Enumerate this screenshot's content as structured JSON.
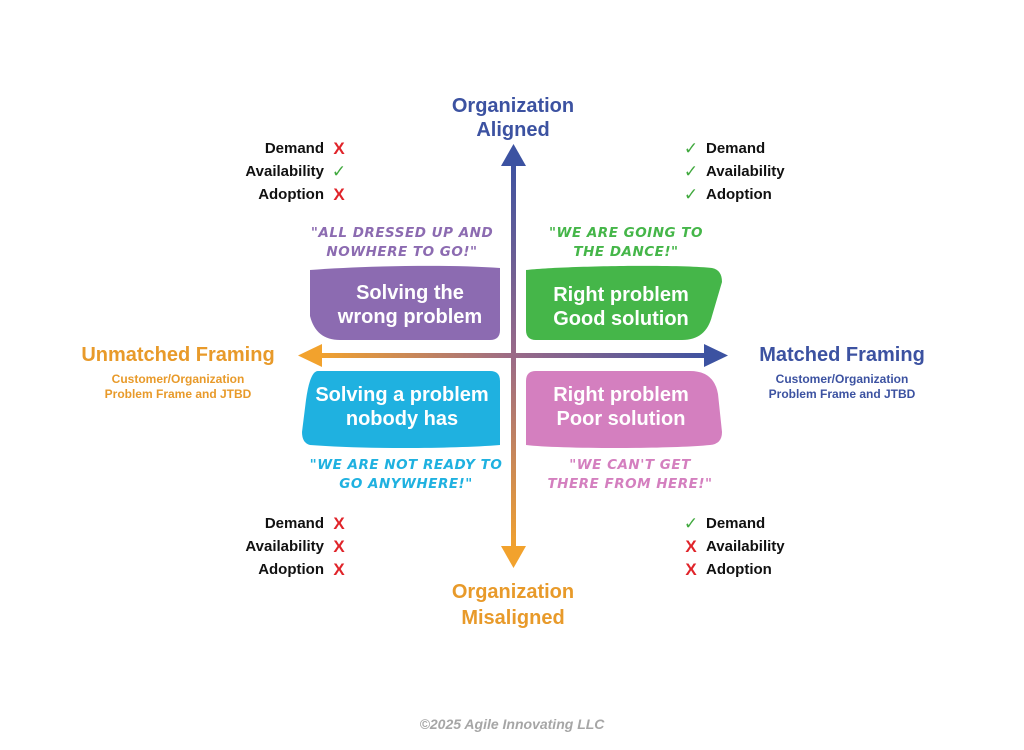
{
  "axes": {
    "top": {
      "line1": "Organization",
      "line2": "Aligned",
      "color": "#3c52a1"
    },
    "bottom": {
      "line1": "Organization",
      "line2": "Misaligned",
      "color": "#e89a2a"
    },
    "left": {
      "title": "Unmatched Framing",
      "sub1": "Customer/Organization",
      "sub2": "Problem Frame and JTBD",
      "color": "#e89a2a"
    },
    "right": {
      "title": "Matched Framing",
      "sub1": "Customer/Organization",
      "sub2": "Problem Frame and JTBD",
      "color": "#3c52a1"
    }
  },
  "quadrants": {
    "top_left": {
      "line1": "Solving the",
      "line2": "wrong problem",
      "color": "#8c6bb1",
      "quote1": "\"All dressed up and",
      "quote2": "nowhere to go!\"",
      "quote_color": "#8c6bb1",
      "checks": [
        {
          "label": "Demand",
          "mark": "X",
          "ok": false
        },
        {
          "label": "Availability",
          "mark": "✓",
          "ok": true
        },
        {
          "label": "Adoption",
          "mark": "X",
          "ok": false
        }
      ]
    },
    "top_right": {
      "line1": "Right problem",
      "line2": "Good solution",
      "color": "#45b649",
      "quote1": "\"We are going to",
      "quote2": "the dance!\"",
      "quote_color": "#45b649",
      "checks": [
        {
          "label": "Demand",
          "mark": "✓",
          "ok": true
        },
        {
          "label": "Availability",
          "mark": "✓",
          "ok": true
        },
        {
          "label": "Adoption",
          "mark": "✓",
          "ok": true
        }
      ]
    },
    "bottom_left": {
      "line1": "Solving a problem",
      "line2": "nobody has",
      "color": "#1fb1e0",
      "quote1": "\"We are not ready to",
      "quote2": "go anywhere!\"",
      "quote_color": "#1fb1e0",
      "checks": [
        {
          "label": "Demand",
          "mark": "X",
          "ok": false
        },
        {
          "label": "Availability",
          "mark": "X",
          "ok": false
        },
        {
          "label": "Adoption",
          "mark": "X",
          "ok": false
        }
      ]
    },
    "bottom_right": {
      "line1": "Right problem",
      "line2": "Poor solution",
      "color": "#d47fbf",
      "quote1": "\"We can't get",
      "quote2": "there from here!\"",
      "quote_color": "#d47fbf",
      "checks": [
        {
          "label": "Demand",
          "mark": "✓",
          "ok": true
        },
        {
          "label": "Availability",
          "mark": "X",
          "ok": false
        },
        {
          "label": "Adoption",
          "mark": "X",
          "ok": false
        }
      ]
    }
  },
  "footer": "©2025 Agile Innovating LLC"
}
